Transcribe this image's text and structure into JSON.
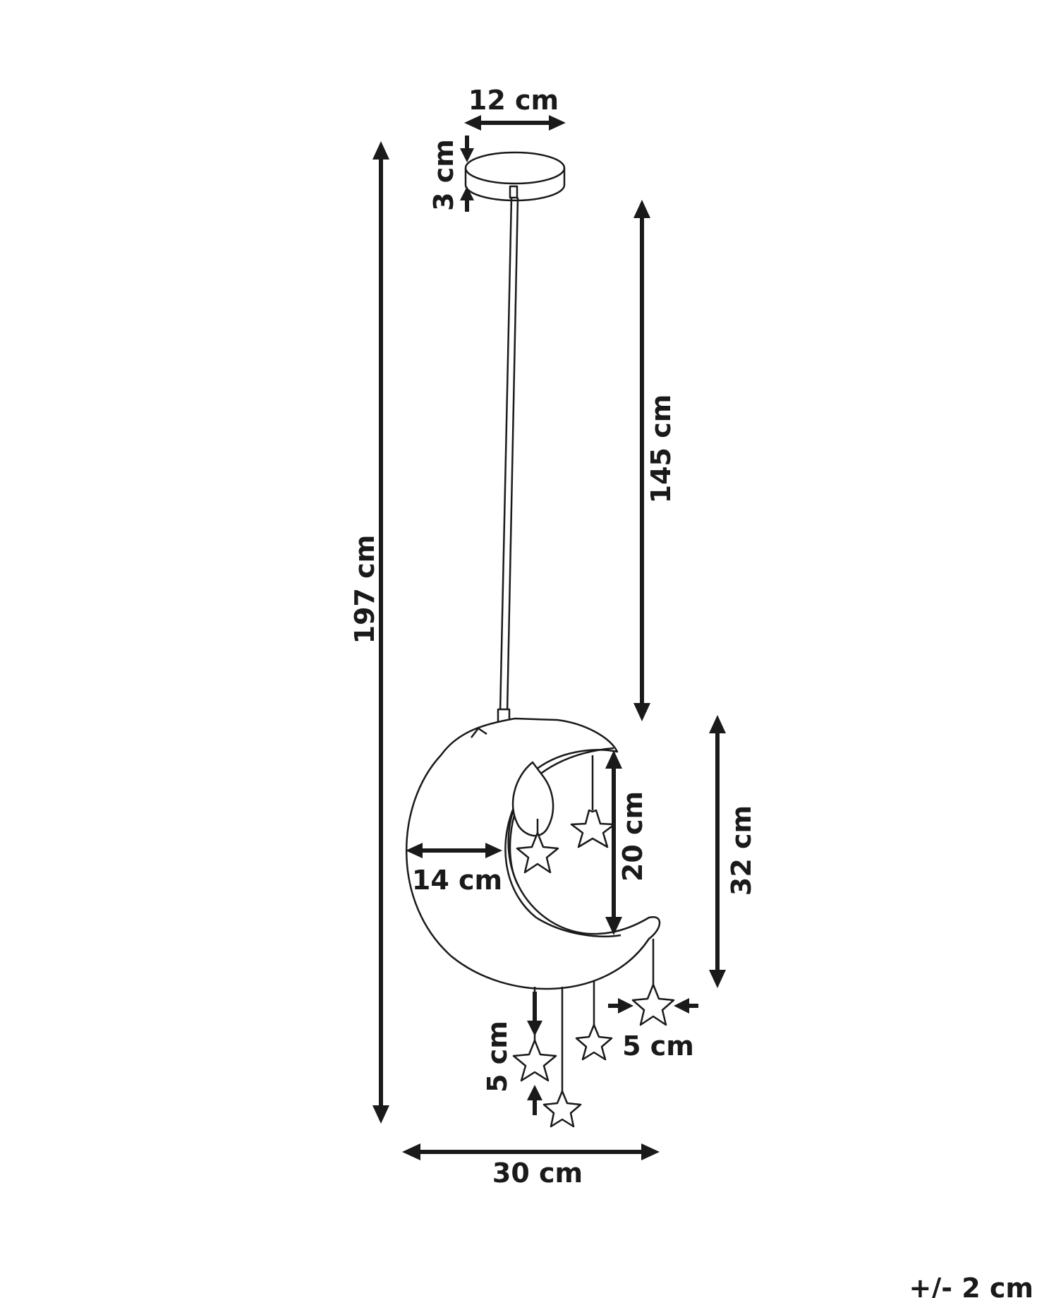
{
  "dimensions": {
    "canopy_width": "12 cm",
    "canopy_height": "3 cm",
    "total_height": "197 cm",
    "cable_length": "145 cm",
    "moon_height": "32 cm",
    "inner_height": "20 cm",
    "moon_depth": "14 cm",
    "star_height": "5 cm",
    "star_width": "5 cm",
    "total_width": "30 cm"
  },
  "tolerance": "+/- 2 cm",
  "colors": {
    "line": "#1a1a1a",
    "background": "#ffffff"
  }
}
